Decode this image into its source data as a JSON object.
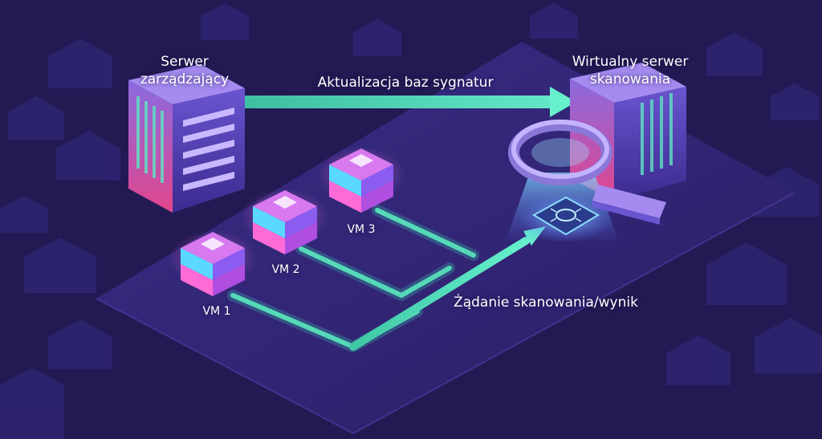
{
  "labels": {
    "management_server": [
      "Serwer",
      "zarządzający"
    ],
    "virtual_scan_server": [
      "Wirtualny serwer",
      "skanowania"
    ],
    "signature_update": "Aktualizacja baz sygnatur",
    "scan_request": "Żądanie skanowania/wynik",
    "vm1": "VM 1",
    "vm2": "VM 2",
    "vm3": "VM 3"
  },
  "colors": {
    "background": "#231a54",
    "platform": "#2e2370",
    "flow_arrow": "#5fe3c0",
    "server_pink": "#e2458c",
    "server_violet": "#7a5fd6",
    "vm_glow": "#ff6bd6",
    "vm_cyan": "#5ad8ff"
  },
  "icons": [
    "server-icon",
    "magnifier-icon",
    "bug-chip-icon",
    "vm-cube-icon"
  ]
}
